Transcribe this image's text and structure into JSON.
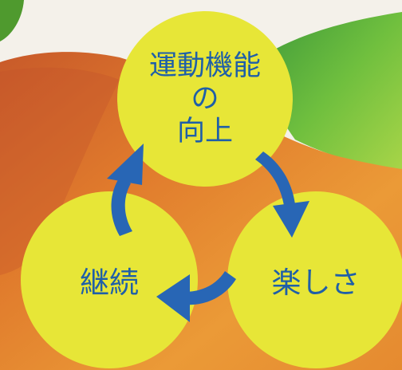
{
  "diagram": {
    "nodes": {
      "top": {
        "lines": [
          "運動機能",
          "の",
          "向上"
        ],
        "color": "#e7e637"
      },
      "left": {
        "label": "継続",
        "color": "#e7e637"
      },
      "right": {
        "label": "楽しさ",
        "color": "#e7e637"
      }
    },
    "text_color": "#1f5fa8",
    "arrow_color": "#2866b5",
    "cycle": [
      "運動機能の向上",
      "楽しさ",
      "継続"
    ]
  }
}
